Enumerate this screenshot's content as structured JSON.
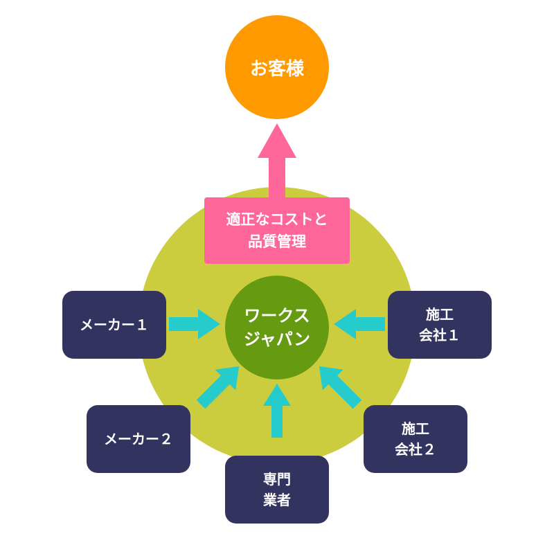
{
  "customer": {
    "label": "お客様"
  },
  "center": {
    "line1": "ワークス",
    "line2": "ジャパン"
  },
  "value_box": {
    "line1": "適正なコストと",
    "line2": "品質管理"
  },
  "nodes": {
    "maker1": {
      "label": "メーカー１"
    },
    "maker2": {
      "label": "メーカー２"
    },
    "senmon": {
      "line1": "専門",
      "line2": "業者"
    },
    "seko1": {
      "line1": "施工",
      "line2": "会社１"
    },
    "seko2": {
      "line1": "施工",
      "line2": "会社２"
    }
  },
  "colors": {
    "background": "#ffffff",
    "outer_circle": "#cccc3f",
    "customer": "#ff9900",
    "center": "#669a10",
    "value_box": "#ff6699",
    "up_arrow": "#ff6699",
    "node": "#33335f",
    "supply_arrow": "#26cccc"
  }
}
